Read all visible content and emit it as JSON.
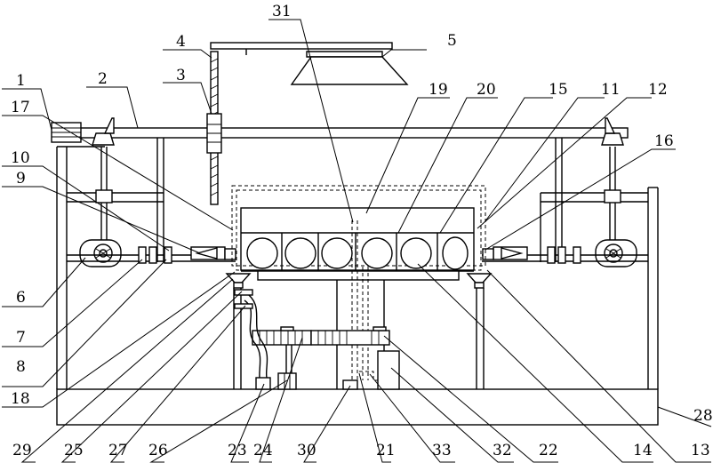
{
  "callouts": [
    {
      "text": "1"
    },
    {
      "text": "2"
    },
    {
      "text": "3"
    },
    {
      "text": "4"
    },
    {
      "text": "5"
    },
    {
      "text": "6"
    },
    {
      "text": "7"
    },
    {
      "text": "8"
    },
    {
      "text": "9"
    },
    {
      "text": "10"
    },
    {
      "text": "11"
    },
    {
      "text": "12"
    },
    {
      "text": "13"
    },
    {
      "text": "14"
    },
    {
      "text": "15"
    },
    {
      "text": "16"
    },
    {
      "text": "17"
    },
    {
      "text": "18"
    },
    {
      "text": "19"
    },
    {
      "text": "20"
    },
    {
      "text": "21"
    },
    {
      "text": "22"
    },
    {
      "text": "23"
    },
    {
      "text": "24"
    },
    {
      "text": "25"
    },
    {
      "text": "26"
    },
    {
      "text": "27"
    },
    {
      "text": "28"
    },
    {
      "text": "29"
    },
    {
      "text": "30"
    },
    {
      "text": "31"
    },
    {
      "text": "32"
    },
    {
      "text": "33"
    }
  ]
}
